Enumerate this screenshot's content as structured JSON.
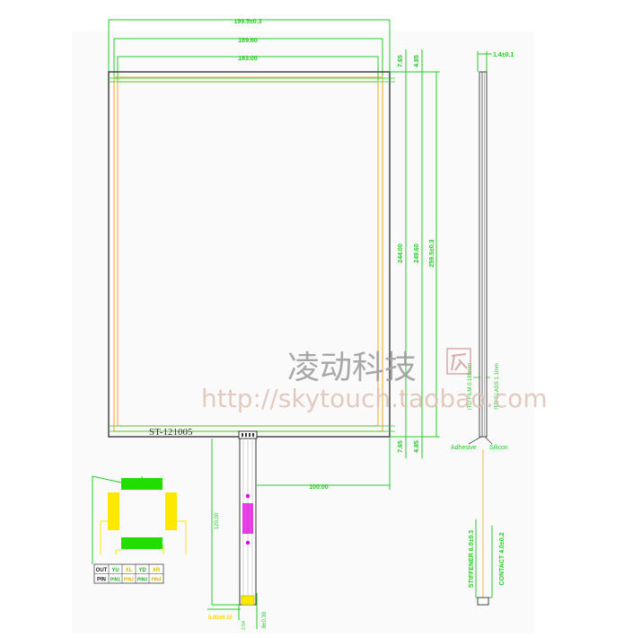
{
  "drawing": {
    "width_overall": "199.5±0.3",
    "width_mid": "189.60",
    "width_active": "183.00",
    "height_active": "244.00",
    "height_mid": "249.60",
    "height_overall": "259.5±0.3",
    "top_gap_outer": "7.65",
    "top_gap_inner": "4.85",
    "bottom_gap_outer": "7.65",
    "bottom_gap_inner": "4.85",
    "tail_offset": "100.00",
    "tail_length": "120.00",
    "pin_pitch": "5.00±0.10",
    "tail_width": "8±0.30",
    "tail_small": "2.54",
    "part_number": "ST-121005",
    "thickness": "1.4±0.1",
    "ito_film": "ITO FILM 0.188mm",
    "ito_glass": "ITO GLASS 1.1mm",
    "adhesive": "Adhesive",
    "silicon": "Silicon",
    "stiffener": "STIFFENER 6.0±0.3",
    "contact": "CONTACT 4.0±0.2"
  },
  "pin_table": {
    "header": [
      "OUT",
      "YU",
      "XL",
      "YD",
      "XR"
    ],
    "pins": [
      "PIN",
      "PIN1",
      "PIN2",
      "PIN3",
      "PIN4"
    ]
  },
  "watermark": {
    "brand": "凌动科技",
    "url": "http://skytouch.taobao.com"
  },
  "colors": {
    "dimension": "#22cc22",
    "orange": "#f5a623",
    "yellow": "#ffe800",
    "magenta": "#dd00dd",
    "outline": "#444444"
  }
}
